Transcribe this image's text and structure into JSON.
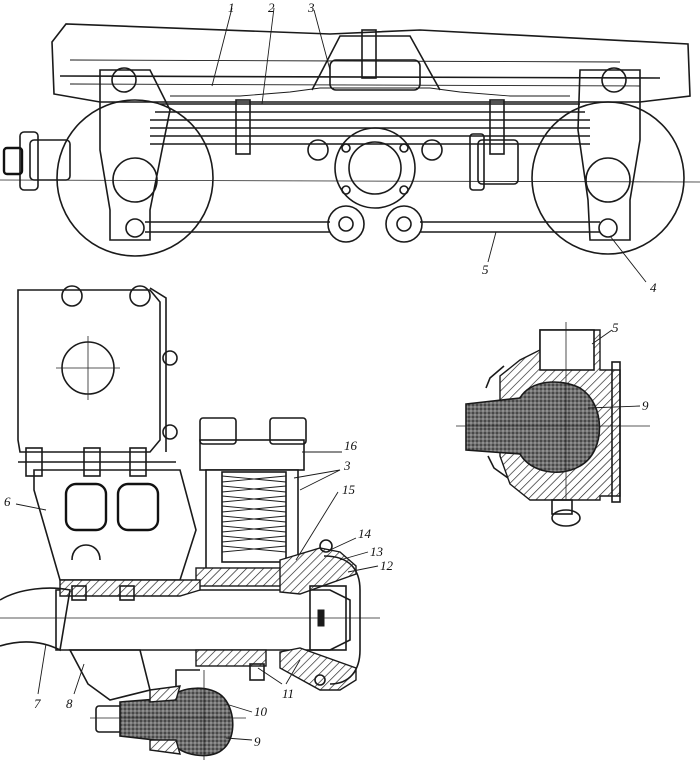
{
  "callouts": {
    "top": [
      "1",
      "2",
      "3",
      "4",
      "5"
    ],
    "detail": [
      "5",
      "9"
    ],
    "section": [
      "16",
      "3",
      "15",
      "14",
      "13",
      "12",
      "6",
      "7",
      "8",
      "11",
      "10",
      "9"
    ]
  }
}
